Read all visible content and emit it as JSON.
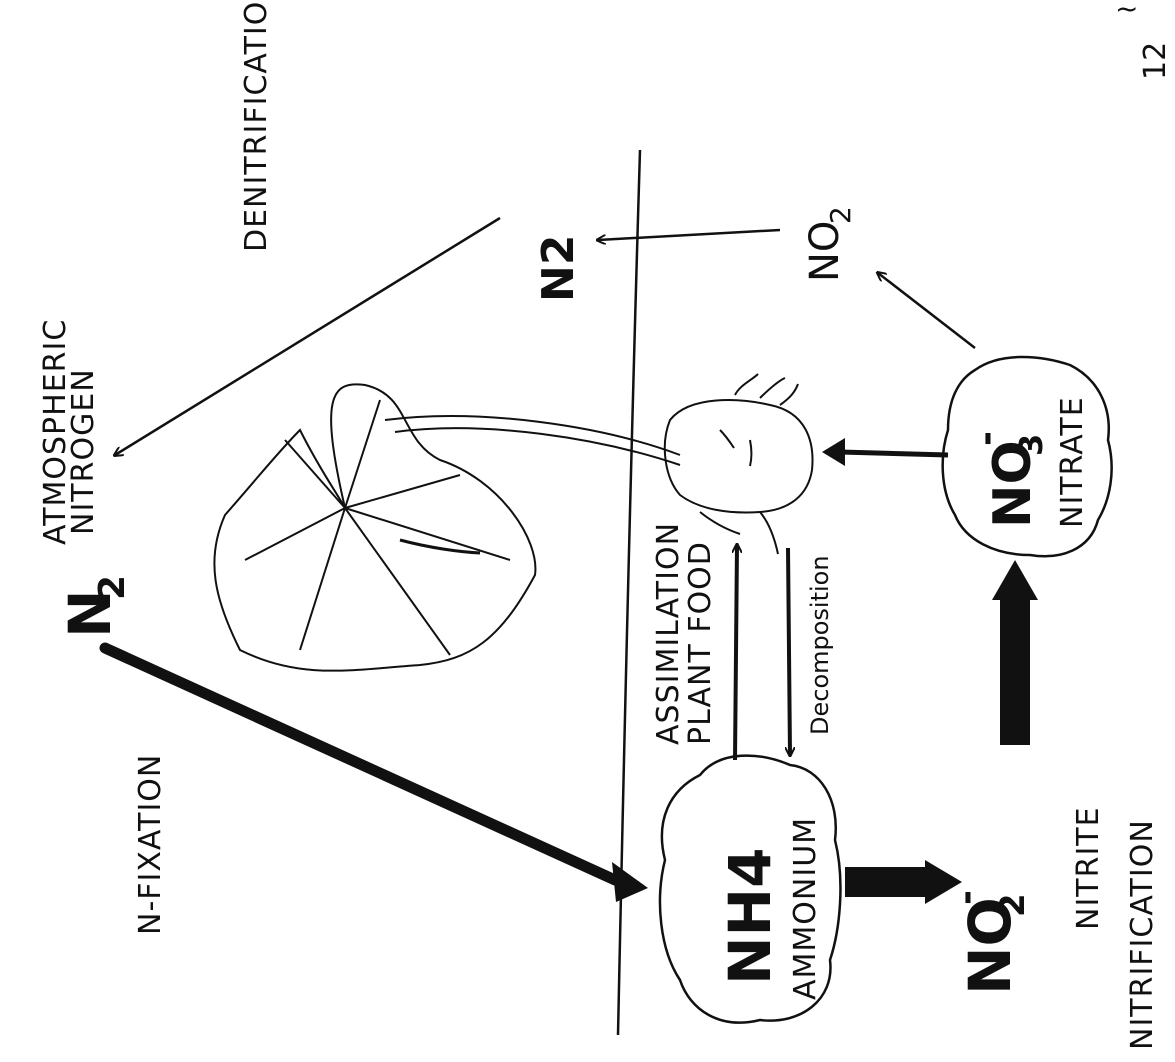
{
  "labels": {
    "n2": "N",
    "n2_sub": "2",
    "atmospheric_line1": "ATMOSPHERIC",
    "atmospheric_line2": "NITROGEN",
    "denitrification": "DENITRIFICATION",
    "n2_gas": "N2",
    "no2_gas": "NO",
    "no2_gas_sub": "2",
    "n_fixation": "N-FIXATION",
    "assimilation": "ASSIMILATION",
    "plant_food": "PLANT FOOD",
    "decomposition": "Decomposition",
    "nh4": "NH4",
    "ammonium": "AMMONIUM",
    "nitrite_formula": "NO",
    "nitrite_sub": "2",
    "nitrite_charge": "-",
    "nitrite": "NITRITE",
    "nitrification": "NITRIFICATION",
    "nitrate_formula": "NO",
    "nitrate_sub": "3",
    "nitrate_charge": "-",
    "nitrate": "NITRATE",
    "page_number": "12",
    "corner_mark": "~"
  },
  "colors": {
    "ink": "#111111",
    "background": "#ffffff"
  }
}
